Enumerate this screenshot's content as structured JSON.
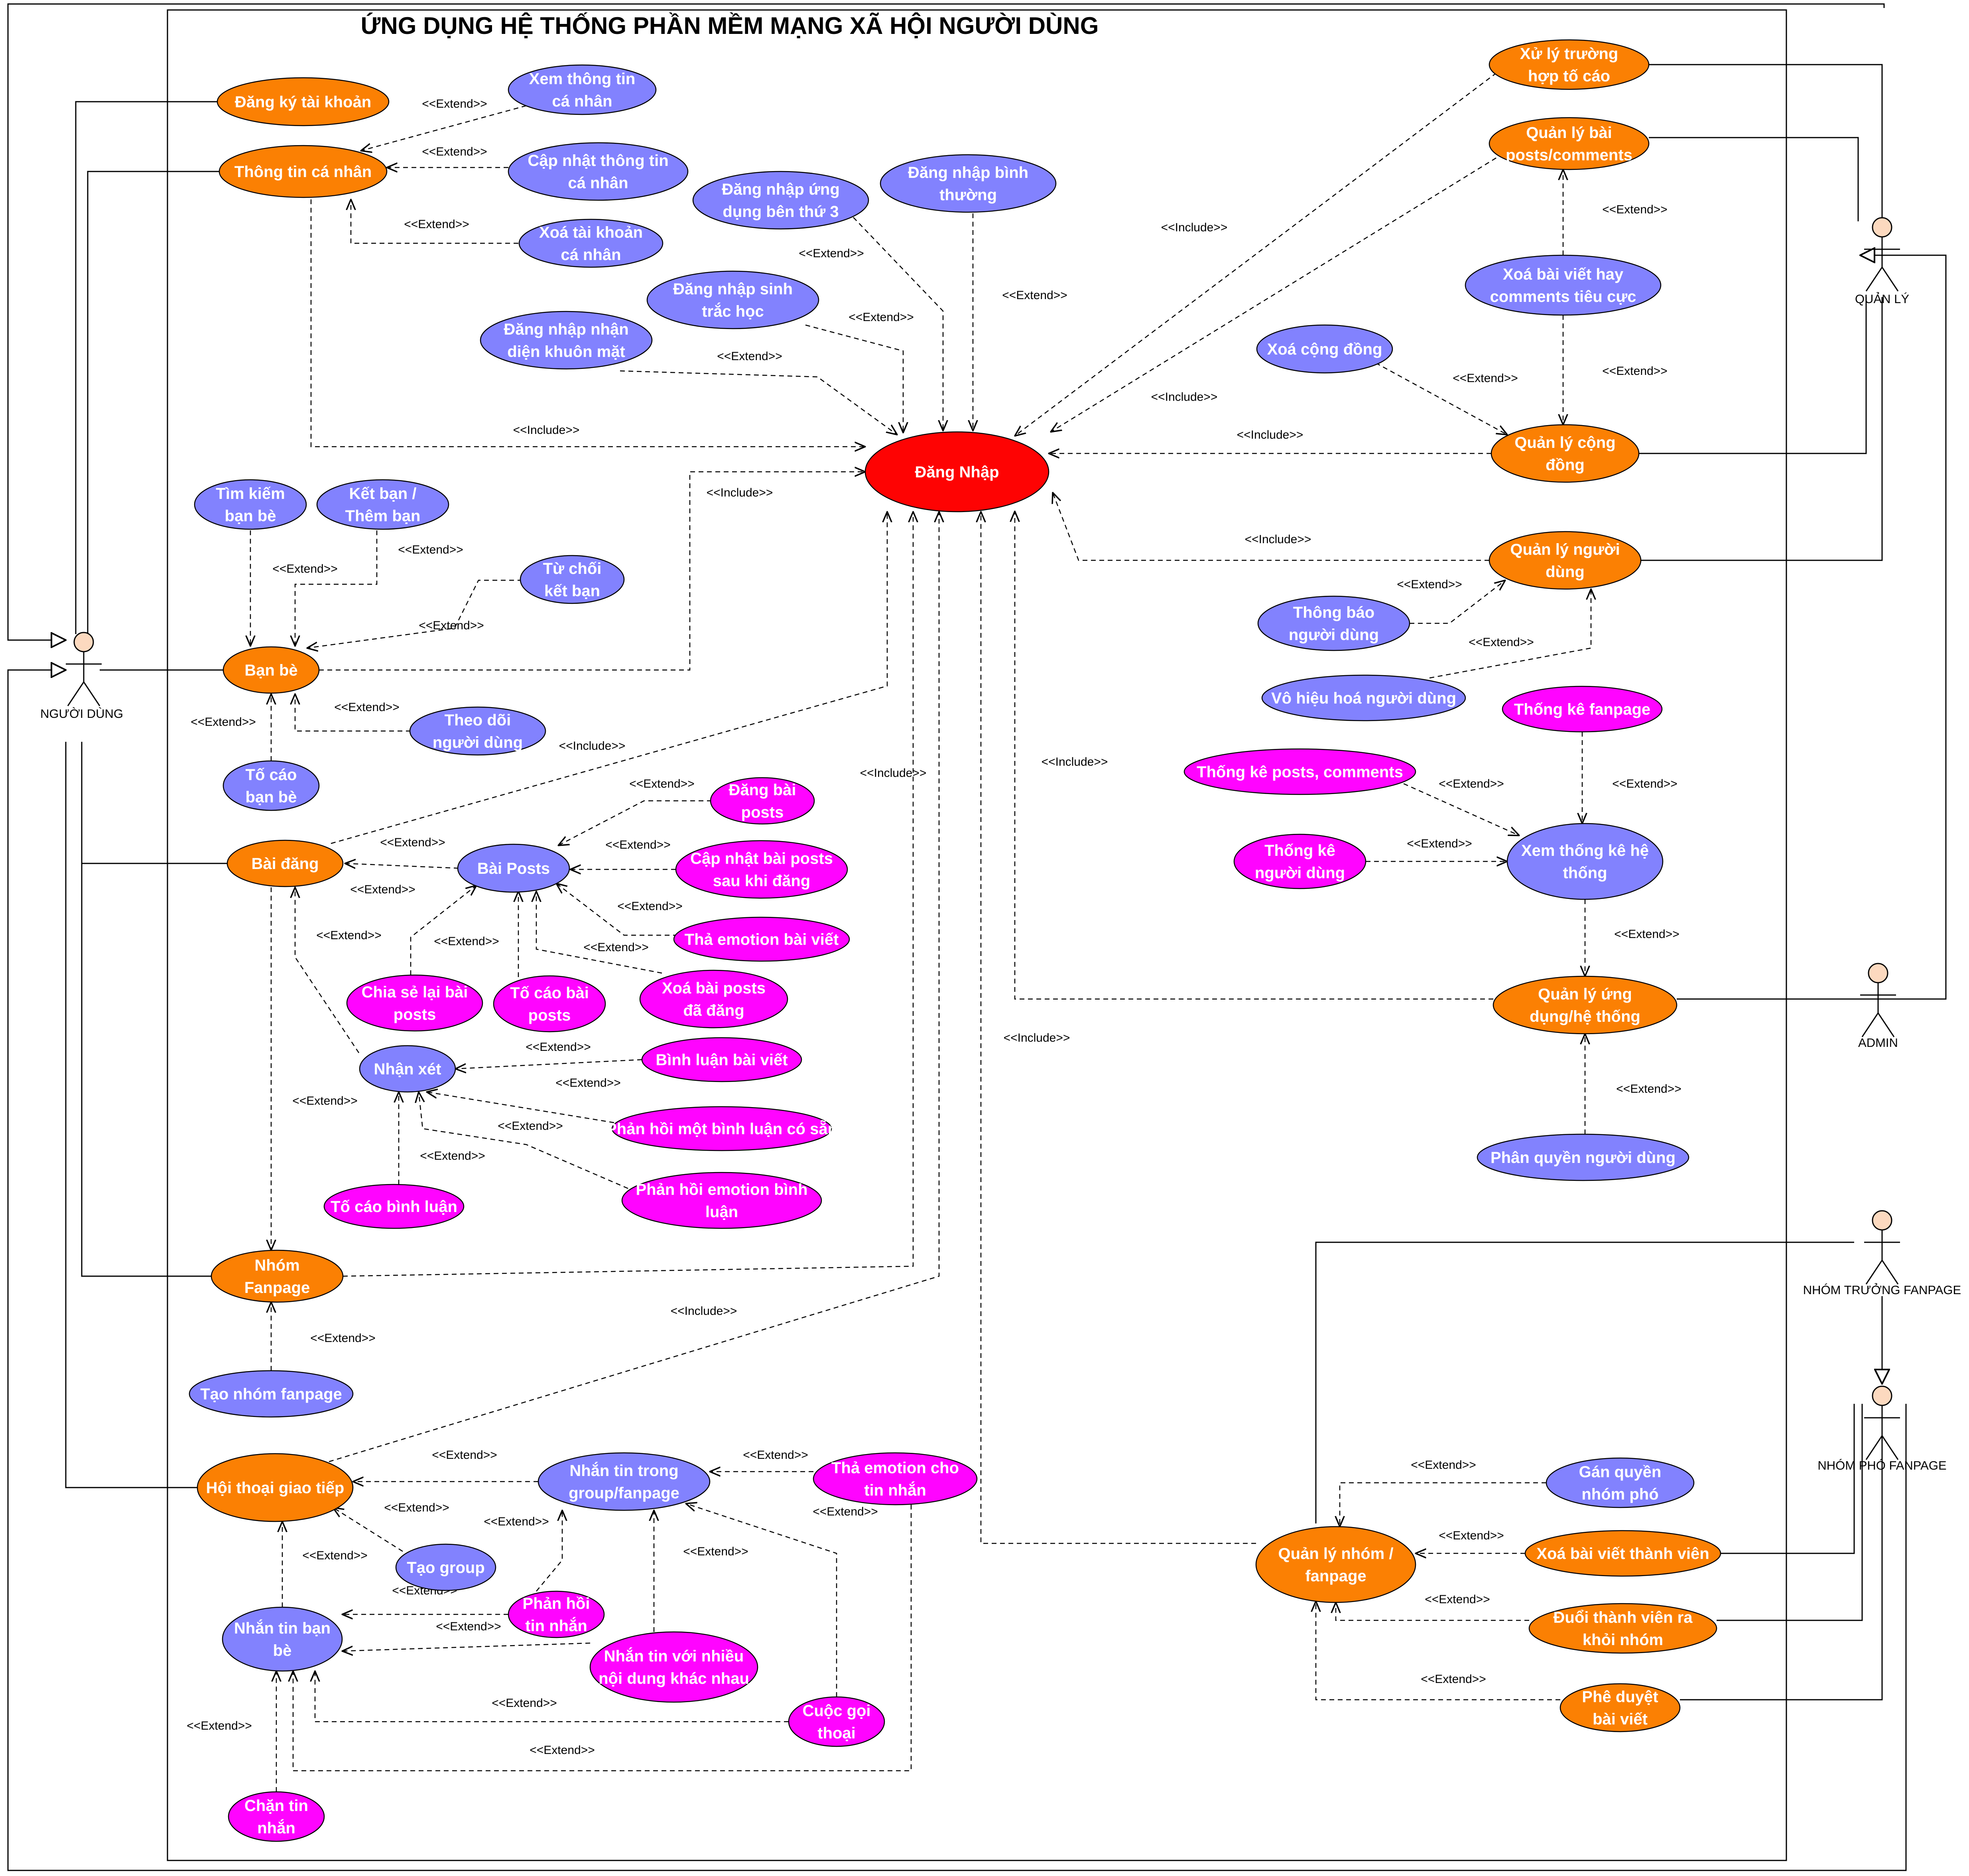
{
  "title": "ỨNG DỤNG HỆ THỐNG PHẦN MỀM MẠNG XÃ HỘI NGƯỜI DÙNG",
  "colors": {
    "orange": "#fb8003",
    "blue": "#8282fe",
    "magenta": "#ff04ff",
    "red": "#fe0303",
    "actor_head": "#fcd9bf"
  },
  "actors": {
    "nguoi_dung": "NGƯỜI DÙNG",
    "quan_ly": "QUẢN LÝ",
    "admin": "ADMIN",
    "nhom_truong": "NHÓM TRƯỞNG FANPAGE",
    "nhom_pho": "NHÓM PHÓ FANPAGE"
  },
  "usecases": {
    "dang_nhap": "Đăng Nhập",
    "dang_ky": "Đăng ký tài khoản",
    "thong_tin_ca_nhan": "Thông tin cá nhân",
    "xem_thong_tin": [
      "Xem thông tin",
      "cá nhân"
    ],
    "cap_nhat_thong_tin": [
      "Cập nhật thông tin",
      "cá nhân"
    ],
    "xoa_tai_khoan": [
      "Xoá tài khoản",
      "cá nhân"
    ],
    "dn_ben_thu_3": [
      "Đăng nhập ứng",
      "dụng bên thứ 3"
    ],
    "dn_binh_thuong": [
      "Đăng nhập bình",
      "thường"
    ],
    "dn_sinh_trac": [
      "Đăng nhập sinh",
      "trắc học"
    ],
    "dn_khuon_mat": [
      "Đăng nhập nhận",
      "diện khuôn mặt"
    ],
    "tim_kiem_ban_be": [
      "Tìm kiếm",
      "bạn bè"
    ],
    "ket_ban": [
      "Kết bạn /",
      "Thêm bạn"
    ],
    "tu_choi": [
      "Từ chối",
      "kết bạn"
    ],
    "ban_be": "Bạn bè",
    "theo_doi": [
      "Theo dõi",
      "người dùng"
    ],
    "to_cao_ban_be": [
      "Tố cáo",
      "bạn bè"
    ],
    "bai_dang": "Bài đăng",
    "bai_posts": "Bài Posts",
    "dang_bai": [
      "Đăng bài",
      "posts"
    ],
    "cap_nhat_bai": [
      "Cập nhật bài posts",
      "sau khi đăng"
    ],
    "tha_emotion_bai": "Thả emotion bài viết",
    "chia_se": [
      "Chia sẻ lại bài",
      "posts"
    ],
    "to_cao_bai": [
      "Tố cáo bài",
      "posts"
    ],
    "xoa_bai_posts": [
      "Xoá bài posts",
      "đã đăng"
    ],
    "nhan_xet": "Nhận xét",
    "binh_luan": "Bình luận bài viết",
    "phan_hoi_binh_luan": "Phản hồi một bình luận có sẵn",
    "to_cao_binh_luan": "Tố cáo bình luận",
    "phan_hoi_emotion": [
      "Phản hồi emotion bình",
      "luận"
    ],
    "nhom_fanpage": [
      "Nhóm",
      "Fanpage"
    ],
    "tao_nhom": "Tạo nhóm fanpage",
    "hoi_thoai": "Hội thoại giao tiếp",
    "nhan_tin_group": [
      "Nhắn tin trong",
      "group/fanpage"
    ],
    "tha_emotion_tin": [
      "Thả emotion cho",
      "tin nhắn"
    ],
    "tao_group": "Tạo group",
    "nhan_tin_ban_be": [
      "Nhắn tin bạn",
      "bè"
    ],
    "phan_hoi_tin": [
      "Phản hồi",
      "tin nhắn"
    ],
    "nhan_tin_nhieu": [
      "Nhắn tin với nhiều",
      "nội dung khác nhau"
    ],
    "cuoc_goi": [
      "Cuộc gọi",
      "thoại"
    ],
    "chan_tin": [
      "Chặn tin",
      "nhắn"
    ],
    "xu_ly_to_cao": [
      "Xử lý trường",
      "hợp tố cáo"
    ],
    "quan_ly_bai": [
      "Quản lý bài",
      "posts/comments"
    ],
    "xoa_bai_tieu_cuc": [
      "Xoá bài viết hay",
      "comments tiêu cực"
    ],
    "xoa_cong_dong": "Xoá cộng đồng",
    "quan_ly_cong_dong": [
      "Quản lý cộng",
      "đồng"
    ],
    "quan_ly_nguoi_dung": [
      "Quản lý người",
      "dùng"
    ],
    "thong_bao": [
      "Thông báo",
      "người dùng"
    ],
    "vo_hieu_hoa": "Vô hiệu hoá người dùng",
    "thong_ke_fanpage": "Thống kê fanpage",
    "thong_ke_posts": "Thống kê posts, comments",
    "thong_ke_nguoi_dung": [
      "Thống kê",
      "người dùng"
    ],
    "xem_thong_ke": [
      "Xem thống kê hệ",
      "thống"
    ],
    "quan_ly_ung_dung": [
      "Quản lý ứng",
      "dụng/hệ thống"
    ],
    "phan_quyen": "Phân quyền người dùng",
    "quan_ly_nhom": [
      "Quản lý nhóm /",
      "fanpage"
    ],
    "gan_quyen": [
      "Gán quyền",
      "nhóm phó"
    ],
    "xoa_bai_thanh_vien": "Xoá bài viết thành viên",
    "duoi_thanh_vien": [
      "Đuổi thành viên ra",
      "khỏi nhóm"
    ],
    "phe_duyet": [
      "Phê duyệt",
      "bài viết"
    ]
  },
  "relations": {
    "extend": "<<Extend>>",
    "include": "<<Include>>"
  }
}
